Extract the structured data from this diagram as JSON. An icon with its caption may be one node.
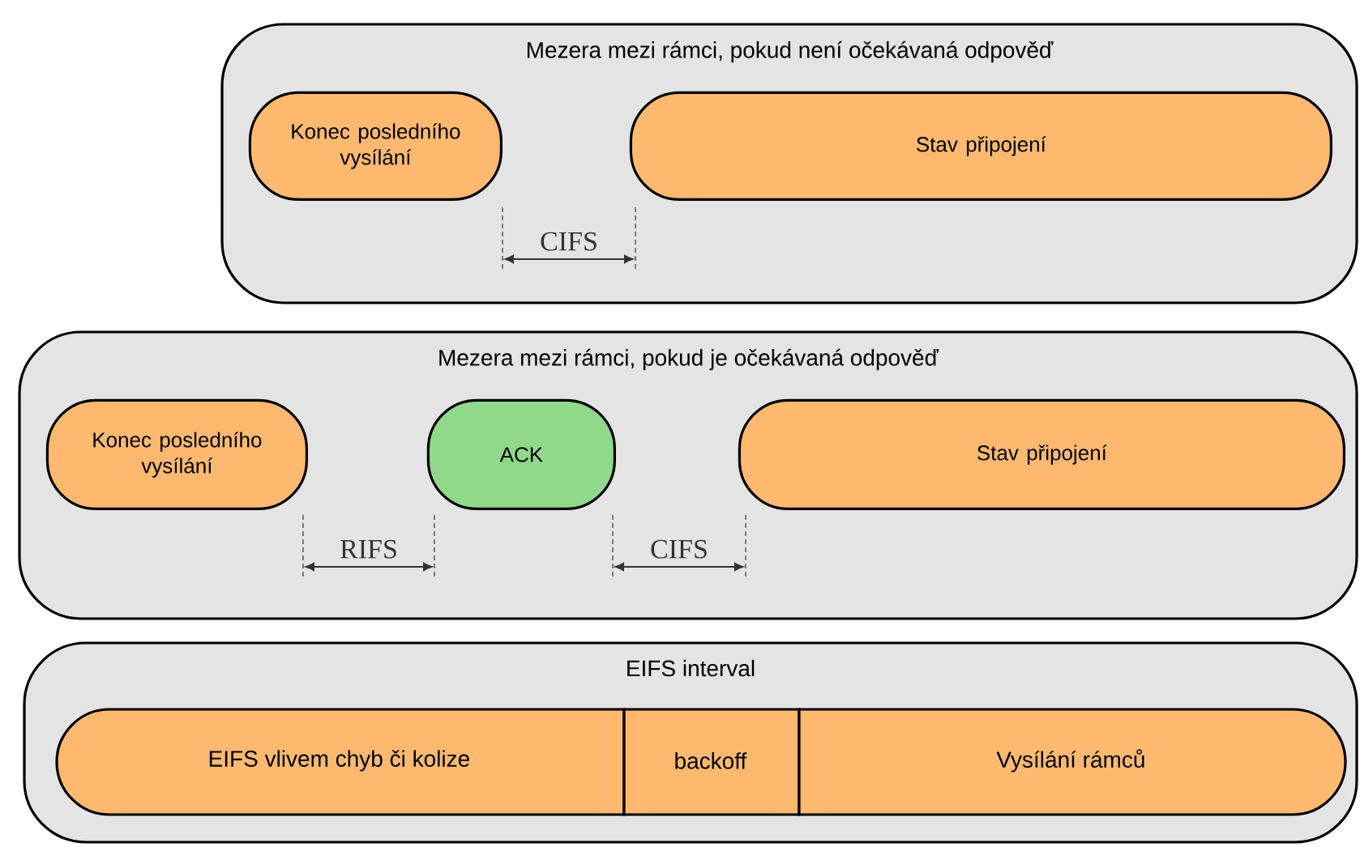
{
  "diagram": {
    "nodes": [
      {
        "text": [
          "Mezera mezi rámci, pokud není očekávaná odpověď"
        ]
      },
      {
        "text": [
          "Konec posledního vysílání"
        ],
        "in": 0
      },
      {
        "text": [
          "Stav připojení"
        ],
        "in": 0
      },
      {
        "text": [
          "Mezera mezi rámci, pokud je očekávaná odpověď"
        ]
      },
      {
        "text": [
          "Konec posledního vysílání"
        ],
        "in": 3
      },
      {
        "text": [
          "ACK"
        ],
        "in": 3
      },
      {
        "text": [
          "Stav připojení"
        ],
        "in": 3
      },
      {
        "text": [
          "EIFS interval"
        ]
      },
      {
        "text": [
          "EIFS vlivem chyb či kolize"
        ],
        "in": 7
      },
      {
        "text": [
          "backoff"
        ],
        "in": 7
      },
      {
        "text": [
          "Vysílání rámců"
        ],
        "in": 7
      }
    ],
    "labels": [
      "CIFS",
      "RIFS",
      "CIFS"
    ]
  }
}
